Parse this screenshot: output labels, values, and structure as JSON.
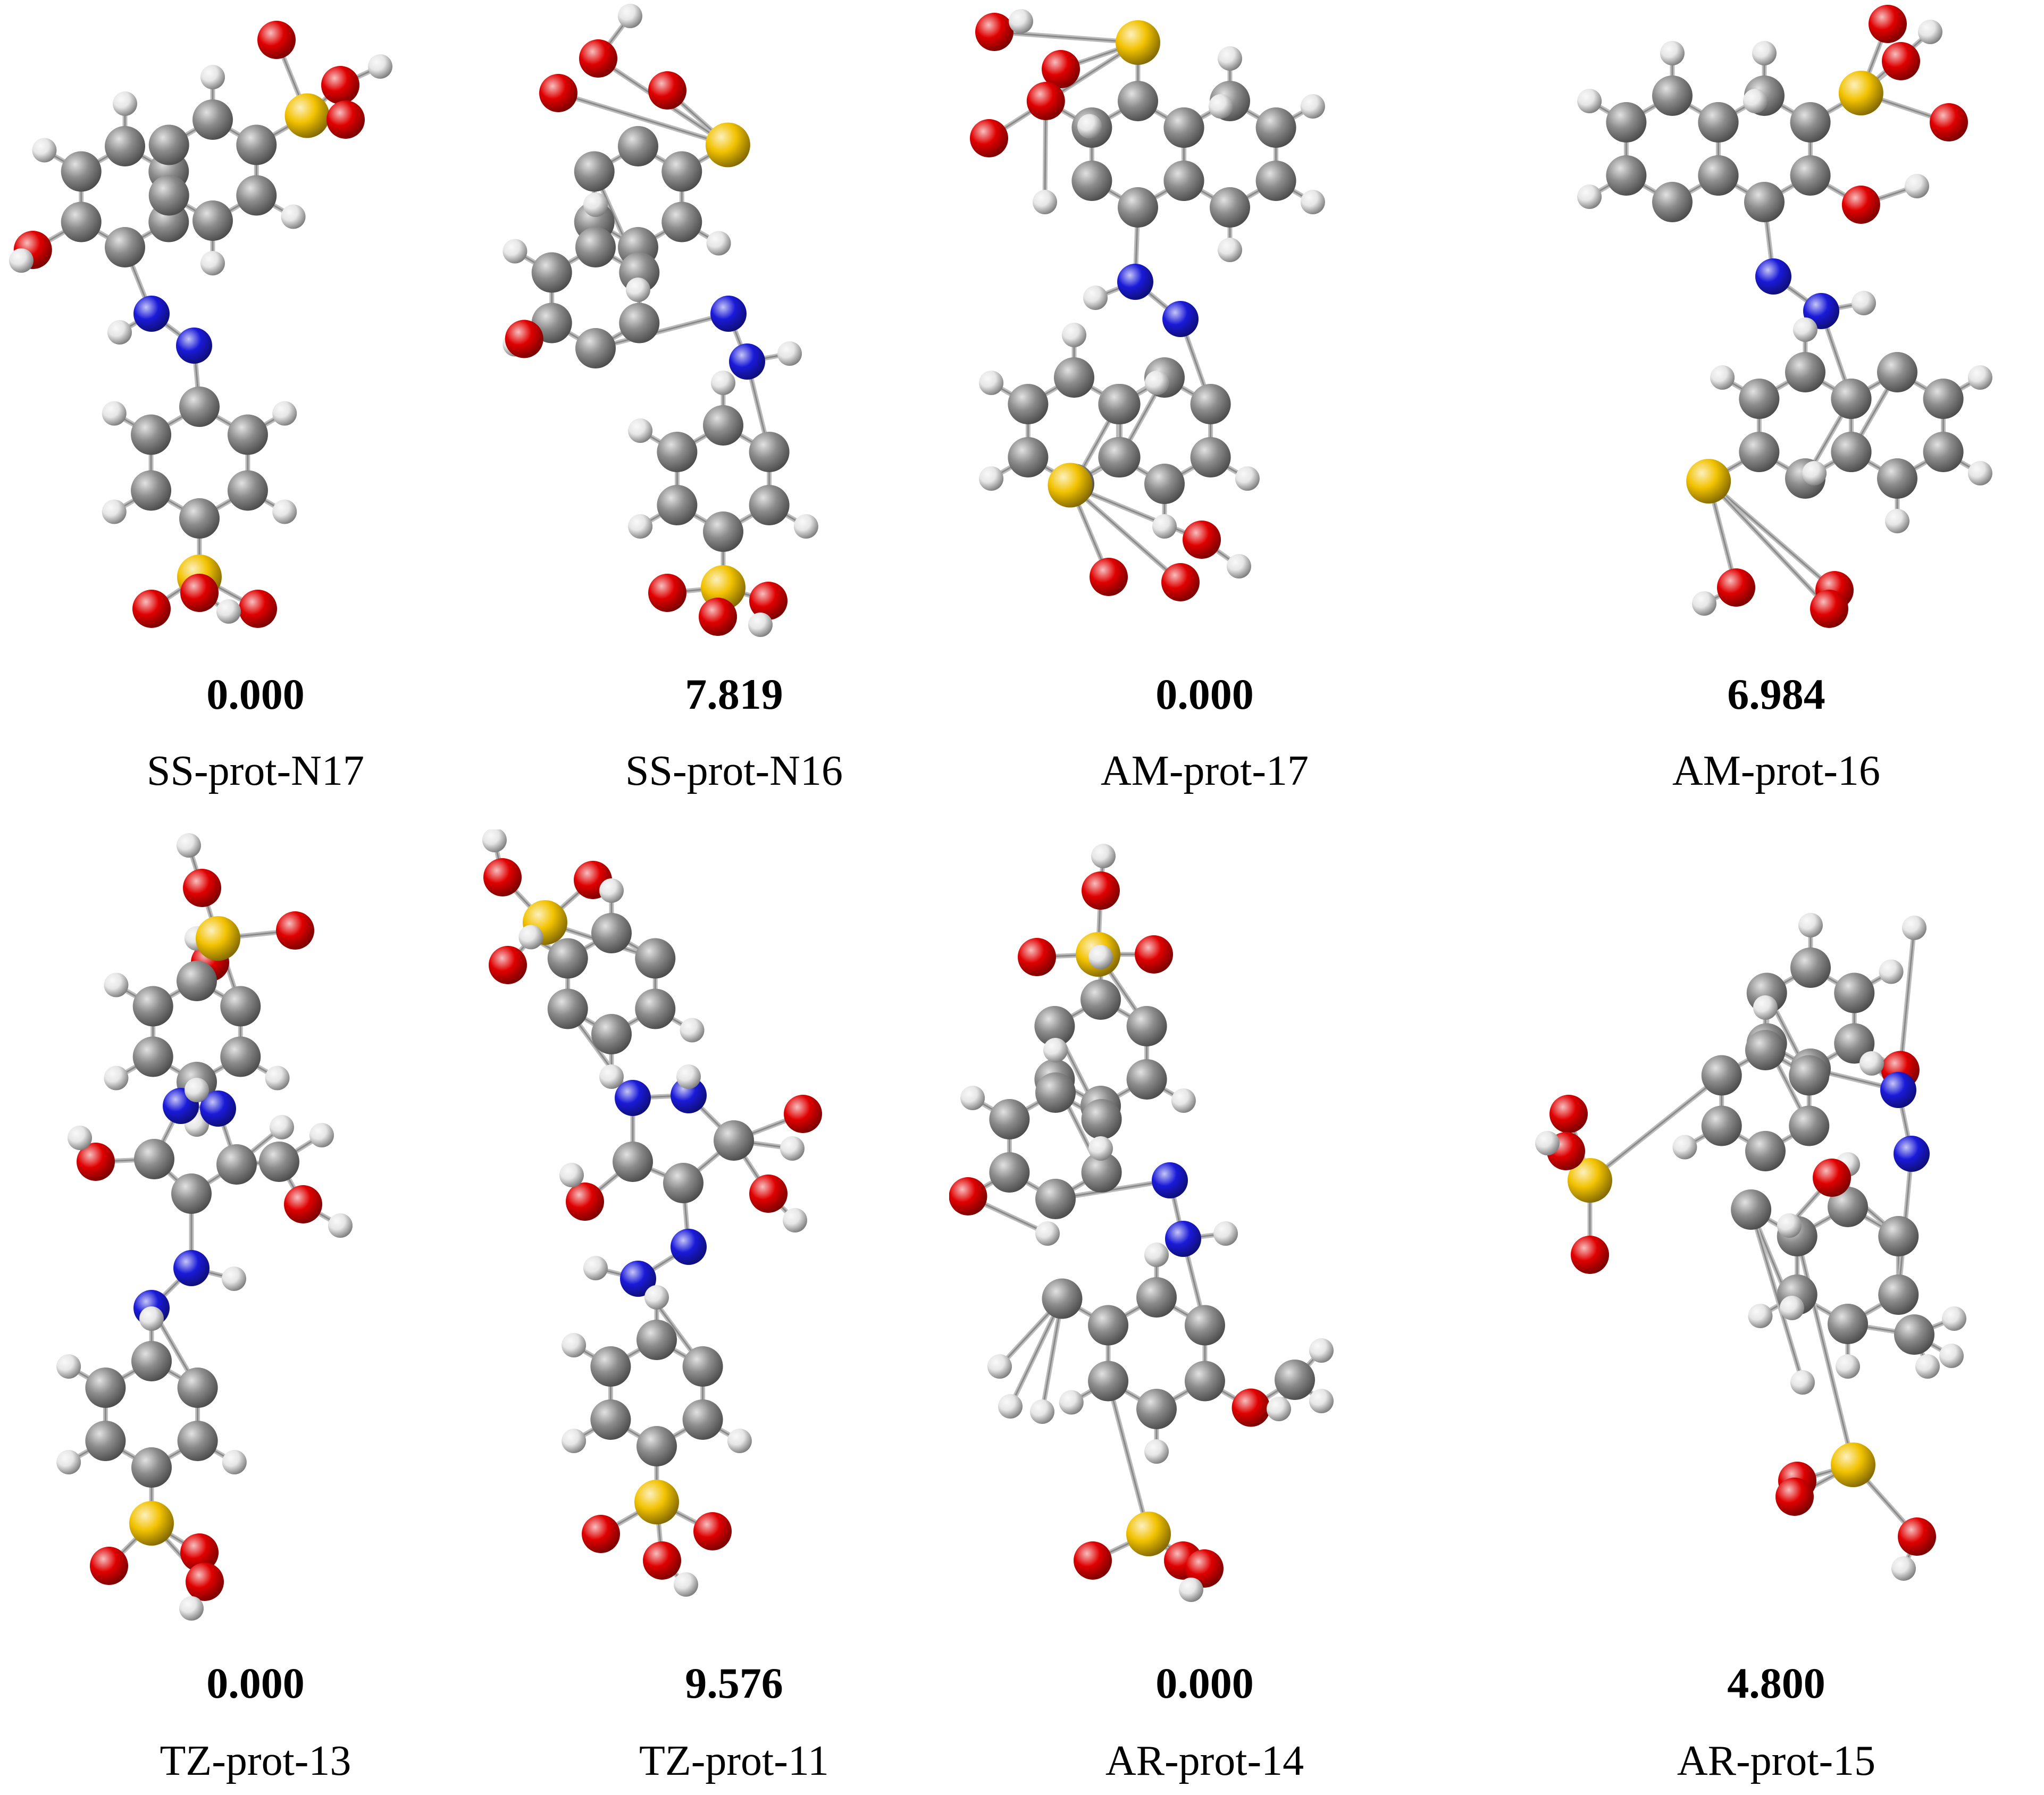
{
  "atom_colors": {
    "C": "#8c8c8c",
    "H": "#e6e6e6",
    "N": "#1a1ad9",
    "O": "#e00000",
    "S": "#f2c200"
  },
  "panels": [
    {
      "energy": "0.000",
      "label": "SS-prot-N17"
    },
    {
      "energy": "7.819",
      "label": "SS-prot-N16"
    },
    {
      "energy": "0.000",
      "label": "AM-prot-17"
    },
    {
      "energy": "6.984",
      "label": "AM-prot-16"
    },
    {
      "energy": "0.000",
      "label": "TZ-prot-13"
    },
    {
      "energy": "9.576",
      "label": "TZ-prot-11"
    },
    {
      "energy": "0.000",
      "label": "AR-prot-14"
    },
    {
      "energy": "4.800",
      "label": "AR-prot-15"
    }
  ]
}
